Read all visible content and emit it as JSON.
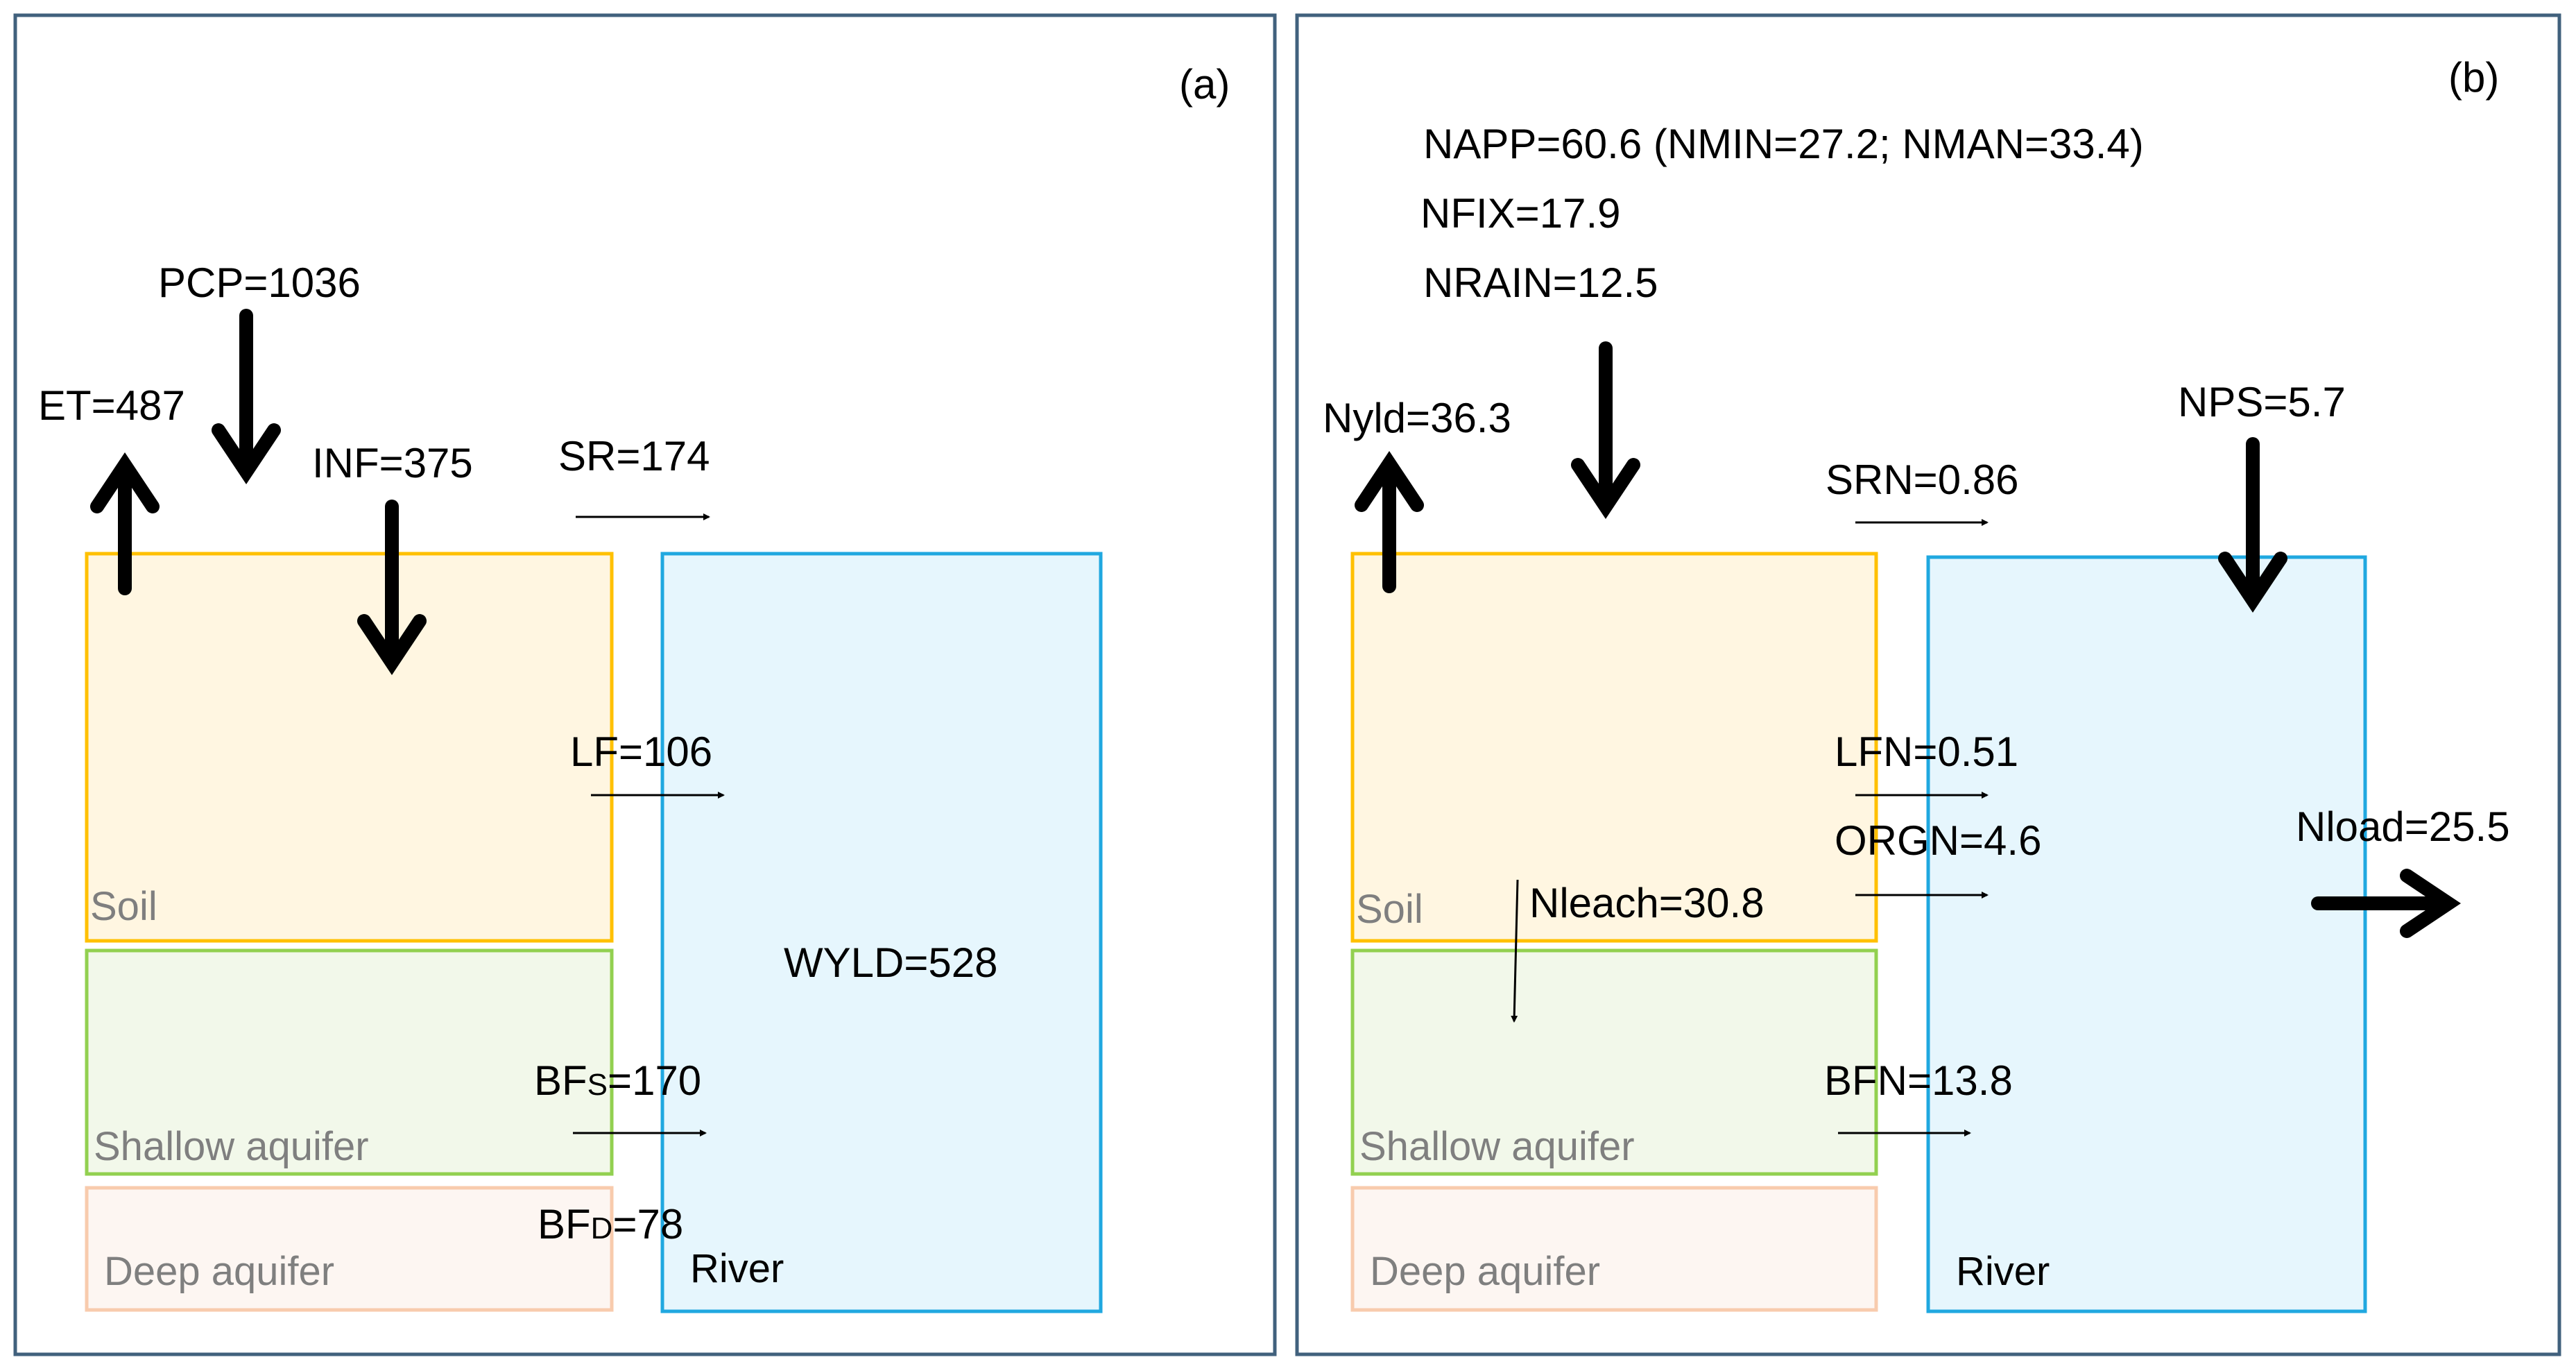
{
  "panel_a": {
    "tag": "(a)",
    "pcp": "PCP=1036",
    "et": "ET=487",
    "inf": "INF=375",
    "sr": "SR=174",
    "lf": "LF=106",
    "wyld": "WYLD=528",
    "bfs_prefix": "BF",
    "bfs_sub": "S",
    "bfs_value": "=170",
    "bfd_prefix": "BF",
    "bfd_sub": "D",
    "bfd_value": "=78",
    "soil": "Soil",
    "shallow": "Shallow aquifer",
    "deep": "Deep aquifer",
    "river": "River"
  },
  "panel_b": {
    "tag": "(b)",
    "napp": "NAPP=60.6 (NMIN=27.2; NMAN=33.4)",
    "nfix": "NFIX=17.9",
    "nrain": "NRAIN=12.5",
    "nyld": "Nyld=36.3",
    "nps": "NPS=5.7",
    "srn": "SRN=0.86",
    "lfn": "LFN=0.51",
    "orgn": "ORGN=4.6",
    "nleach": "Nleach=30.8",
    "nload": "Nload=25.5",
    "bfn": "BFN=13.8",
    "soil": "Soil",
    "shallow": "Shallow aquifer",
    "deep": "Deep aquifer",
    "river": "River"
  },
  "colors": {
    "frame": "#41617d",
    "soil_fill": "#fff6e1",
    "soil_stroke": "#ffc000",
    "shallow_fill": "#f2f8ea",
    "shallow_stroke": "#92d050",
    "deep_fill": "#fdf6f2",
    "deep_stroke": "#f8cbad",
    "river_fill": "#e6f6fd",
    "river_stroke": "#20a8e0",
    "zone_label": "#7f7f7f"
  }
}
